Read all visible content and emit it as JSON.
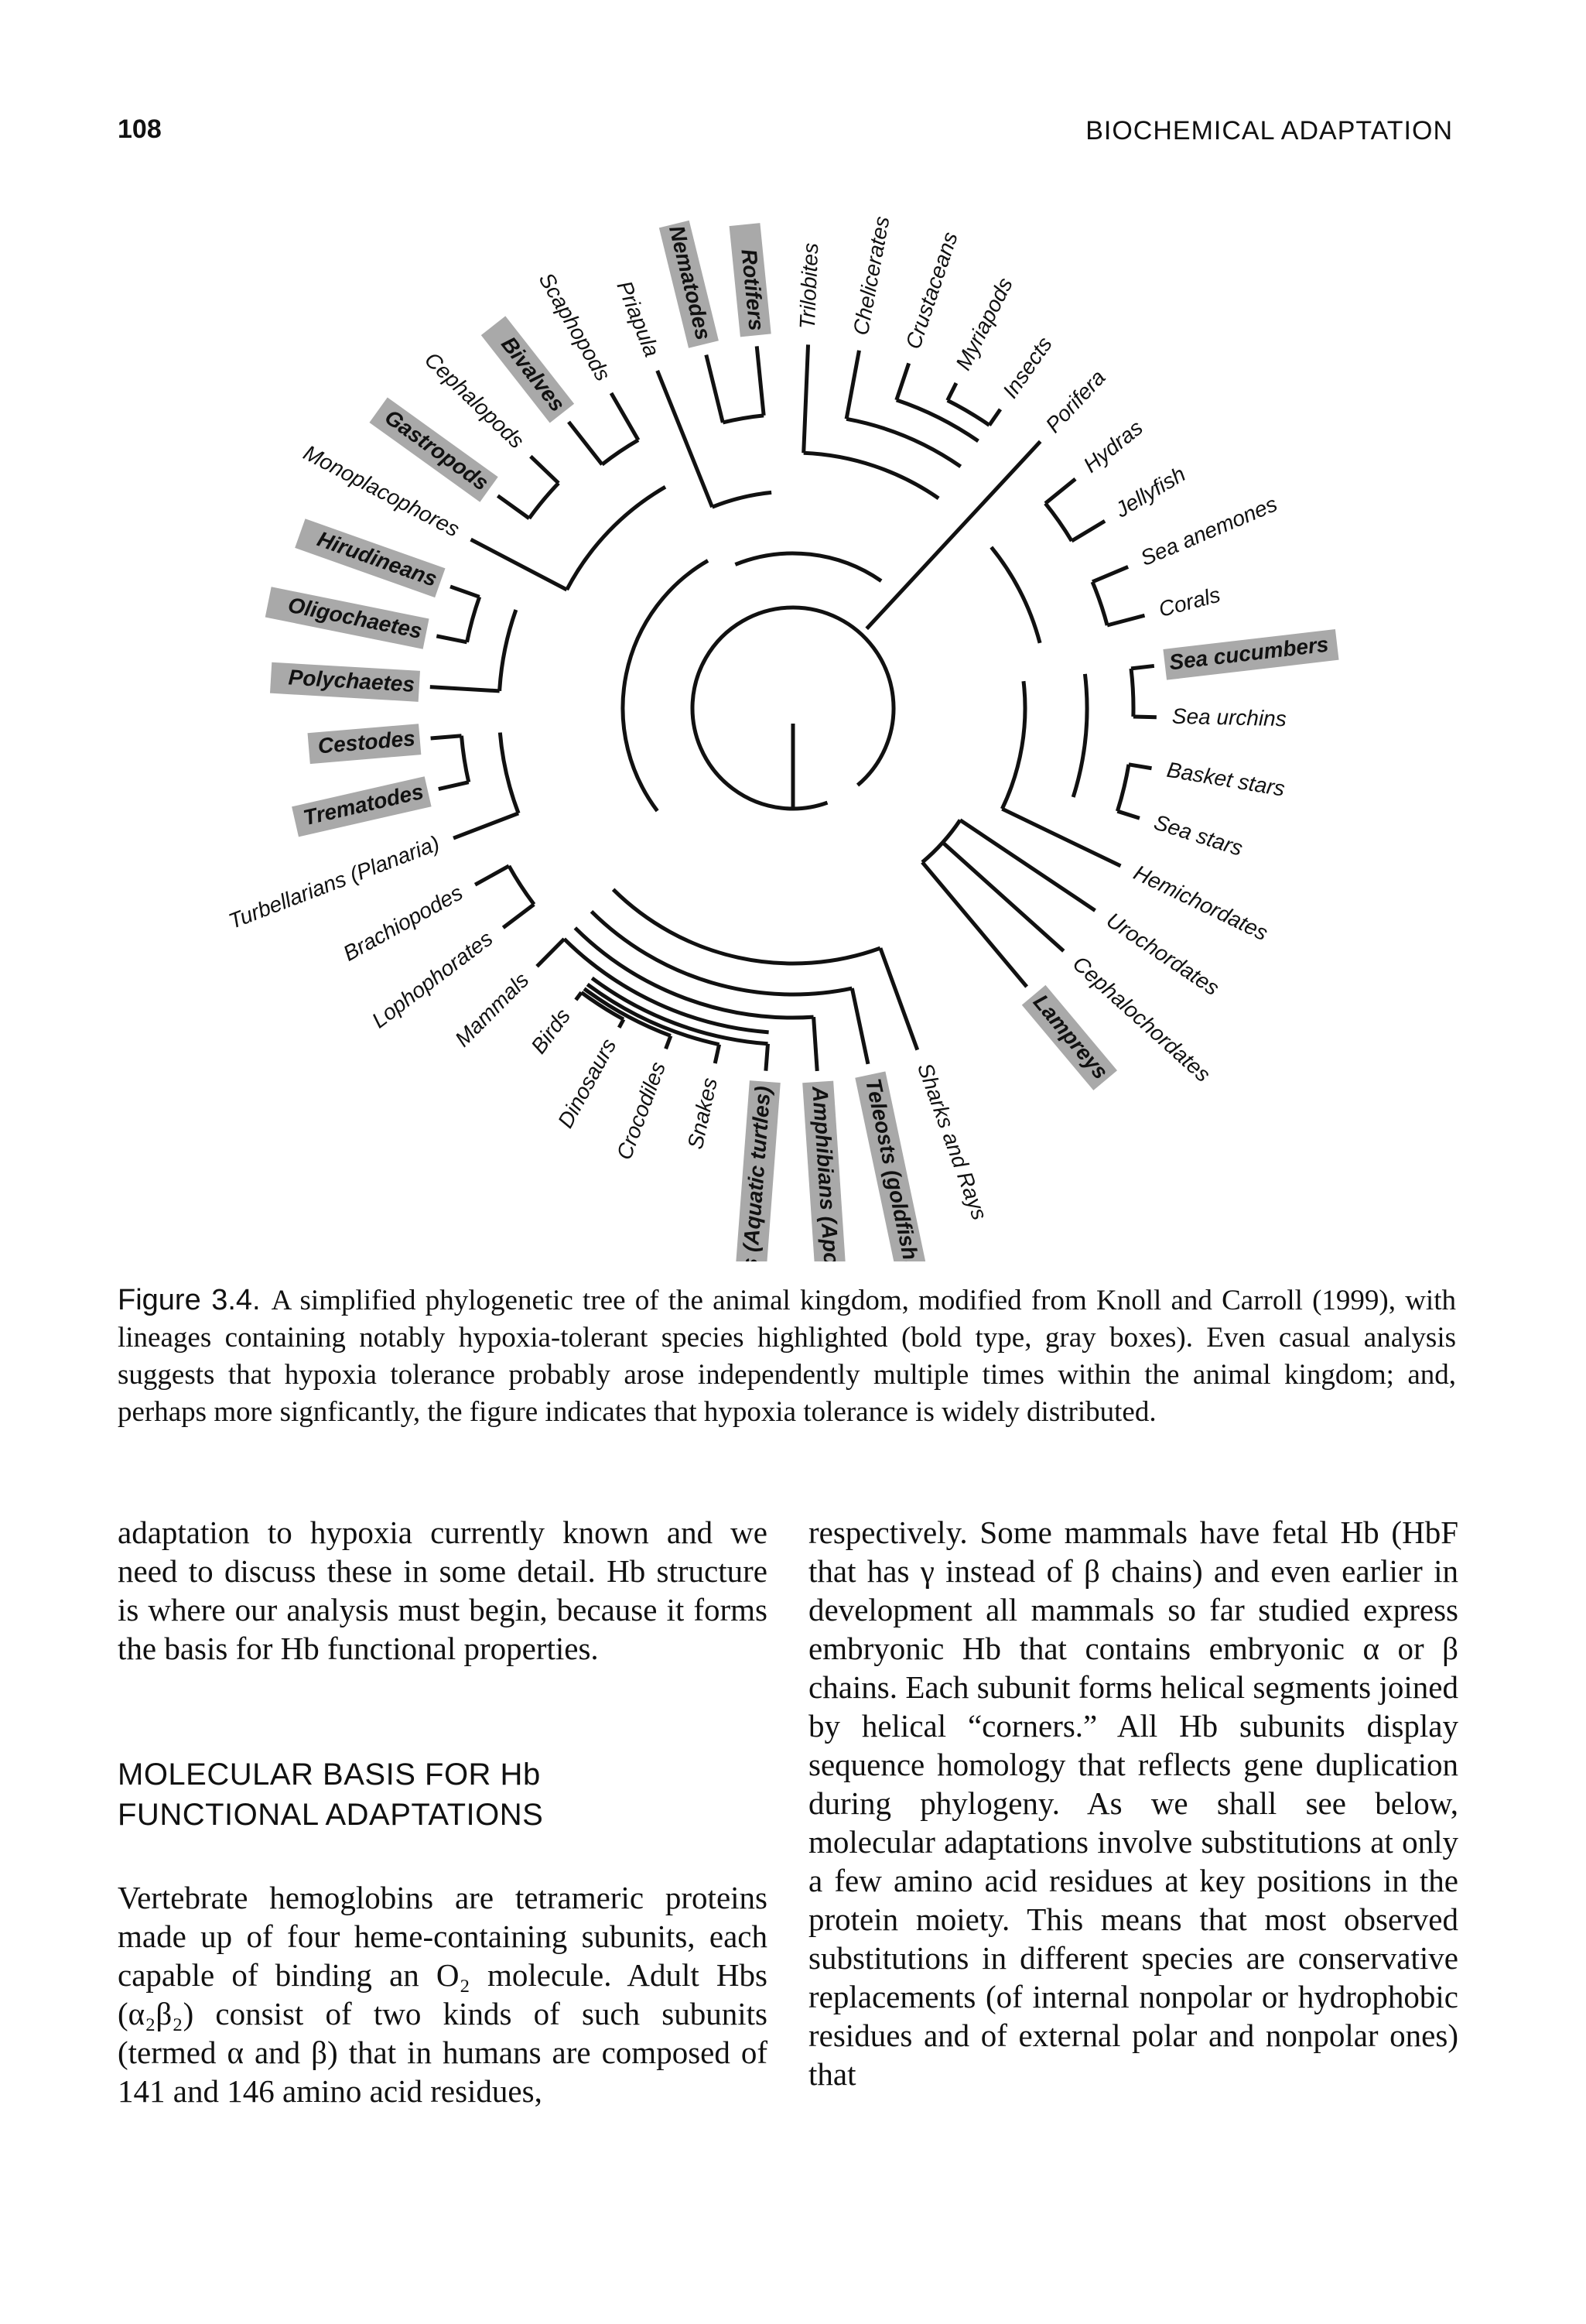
{
  "header": {
    "page_number": "108",
    "running_head": "BIOCHEMICAL ADAPTATION"
  },
  "figure": {
    "taxa": [
      {
        "label": "Sharks and Rays",
        "highlighted": false
      },
      {
        "label": "Teleosts (goldfish, carp)",
        "highlighted": true
      },
      {
        "label": "Amphibians (Apoda)",
        "highlighted": true
      },
      {
        "label": "Turtles (Aquatic turtles)",
        "highlighted": true
      },
      {
        "label": "Snakes",
        "highlighted": false
      },
      {
        "label": "Crocodiles",
        "highlighted": false
      },
      {
        "label": "Dinosaurs",
        "highlighted": false
      },
      {
        "label": "Birds",
        "highlighted": false
      },
      {
        "label": "Mammals",
        "highlighted": false
      },
      {
        "label": "Lophophorates",
        "highlighted": false
      },
      {
        "label": "Brachiopodes",
        "highlighted": false
      },
      {
        "label": "Turbellarians (Planaria)",
        "highlighted": false
      },
      {
        "label": "Trematodes",
        "highlighted": true
      },
      {
        "label": "Cestodes",
        "highlighted": true
      },
      {
        "label": "Polychaetes",
        "highlighted": true
      },
      {
        "label": "Oligochaetes",
        "highlighted": true
      },
      {
        "label": "Hirudineans",
        "highlighted": true
      },
      {
        "label": "Monoplacophores",
        "highlighted": false
      },
      {
        "label": "Gastropods",
        "highlighted": true
      },
      {
        "label": "Cephalopods",
        "highlighted": false
      },
      {
        "label": "Bivalves",
        "highlighted": true
      },
      {
        "label": "Scaphopods",
        "highlighted": false
      },
      {
        "label": "Priapula",
        "highlighted": false
      },
      {
        "label": "Nematodes",
        "highlighted": true
      },
      {
        "label": "Rotifers",
        "highlighted": true
      },
      {
        "label": "Trilobites",
        "highlighted": false
      },
      {
        "label": "Chelicerates",
        "highlighted": false
      },
      {
        "label": "Crustaceans",
        "highlighted": false
      },
      {
        "label": "Myriapods",
        "highlighted": false
      },
      {
        "label": "Insects",
        "highlighted": false
      },
      {
        "label": "Porifera",
        "highlighted": false
      },
      {
        "label": "Hydras",
        "highlighted": false
      },
      {
        "label": "Jellyfish",
        "highlighted": false
      },
      {
        "label": "Sea anemones",
        "highlighted": false
      },
      {
        "label": "Corals",
        "highlighted": false
      },
      {
        "label": "Sea cucumbers",
        "highlighted": true
      },
      {
        "label": "Sea urchins",
        "highlighted": false
      },
      {
        "label": "Basket stars",
        "highlighted": false
      },
      {
        "label": "Sea stars",
        "highlighted": false
      },
      {
        "label": "Hemichordates",
        "highlighted": false
      },
      {
        "label": "Urochordates",
        "highlighted": false
      },
      {
        "label": "Cephalochordates",
        "highlighted": false
      },
      {
        "label": "Lampreys",
        "highlighted": true
      }
    ]
  },
  "caption": {
    "label": "Figure 3.4.",
    "text": "A simplified phylogenetic tree of the animal kingdom, modified from Knoll and Carroll (1999), with lineages containing notably hypoxia-tolerant species highlighted (bold type, gray boxes). Even casual analysis suggests that hypoxia tolerance probably arose independently multiple times within the animal kingdom; and, perhaps more signficantly, the figure indicates that hypoxia tolerance is widely distributed."
  },
  "body": {
    "left_paragraph_1": "adaptation to hypoxia currently known and we need to discuss these in some detail. Hb structure is where our analysis must begin, because it forms the basis for Hb functional properties.",
    "heading_line_1": "MOLECULAR BASIS FOR Hb",
    "heading_line_2": "FUNCTIONAL ADAPTATIONS",
    "left_paragraph_2": "Vertebrate hemoglobins are tetrameric proteins made up of four heme-containing subunits, each capable of binding an O₂ molecule. Adult Hbs (α₂β₂) consist of two kinds of such subunits (termed α and β) that in humans are composed of 141 and 146 amino acid residues,",
    "right_paragraph": "respectively. Some mammals have fetal Hb (HbF that has γ instead of β chains) and even earlier in development all mammals so far studied express embryonic Hb that contains embryonic α or β chains. Each subunit forms helical segments joined by helical “corners.” All Hb subunits display sequence homology that reflects gene duplication during phylogeny. As we shall see below, molecular adaptations involve substitutions at only a few amino acid residues at key positions in the protein moiety. This means that most observed substitutions in different species are conservative replacements (of internal nonpolar or hydrophobic residues and of external polar and nonpolar ones) that"
  }
}
